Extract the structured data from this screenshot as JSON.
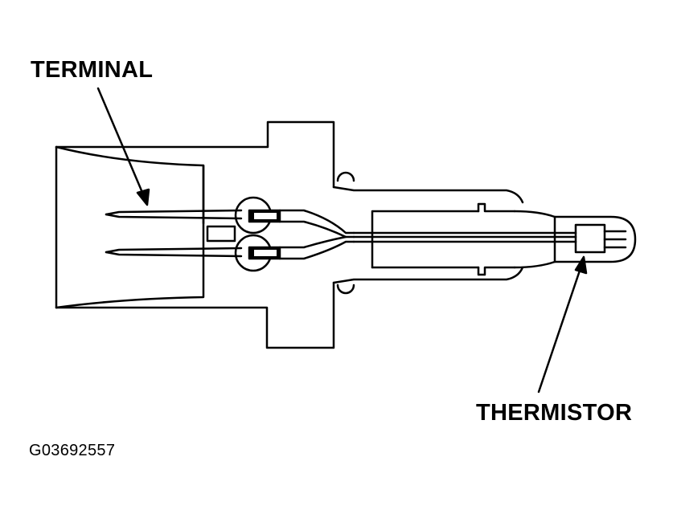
{
  "labels": {
    "terminal": "TERMINAL",
    "thermistor": "THERMISTOR"
  },
  "figure_id": "G03692557"
}
